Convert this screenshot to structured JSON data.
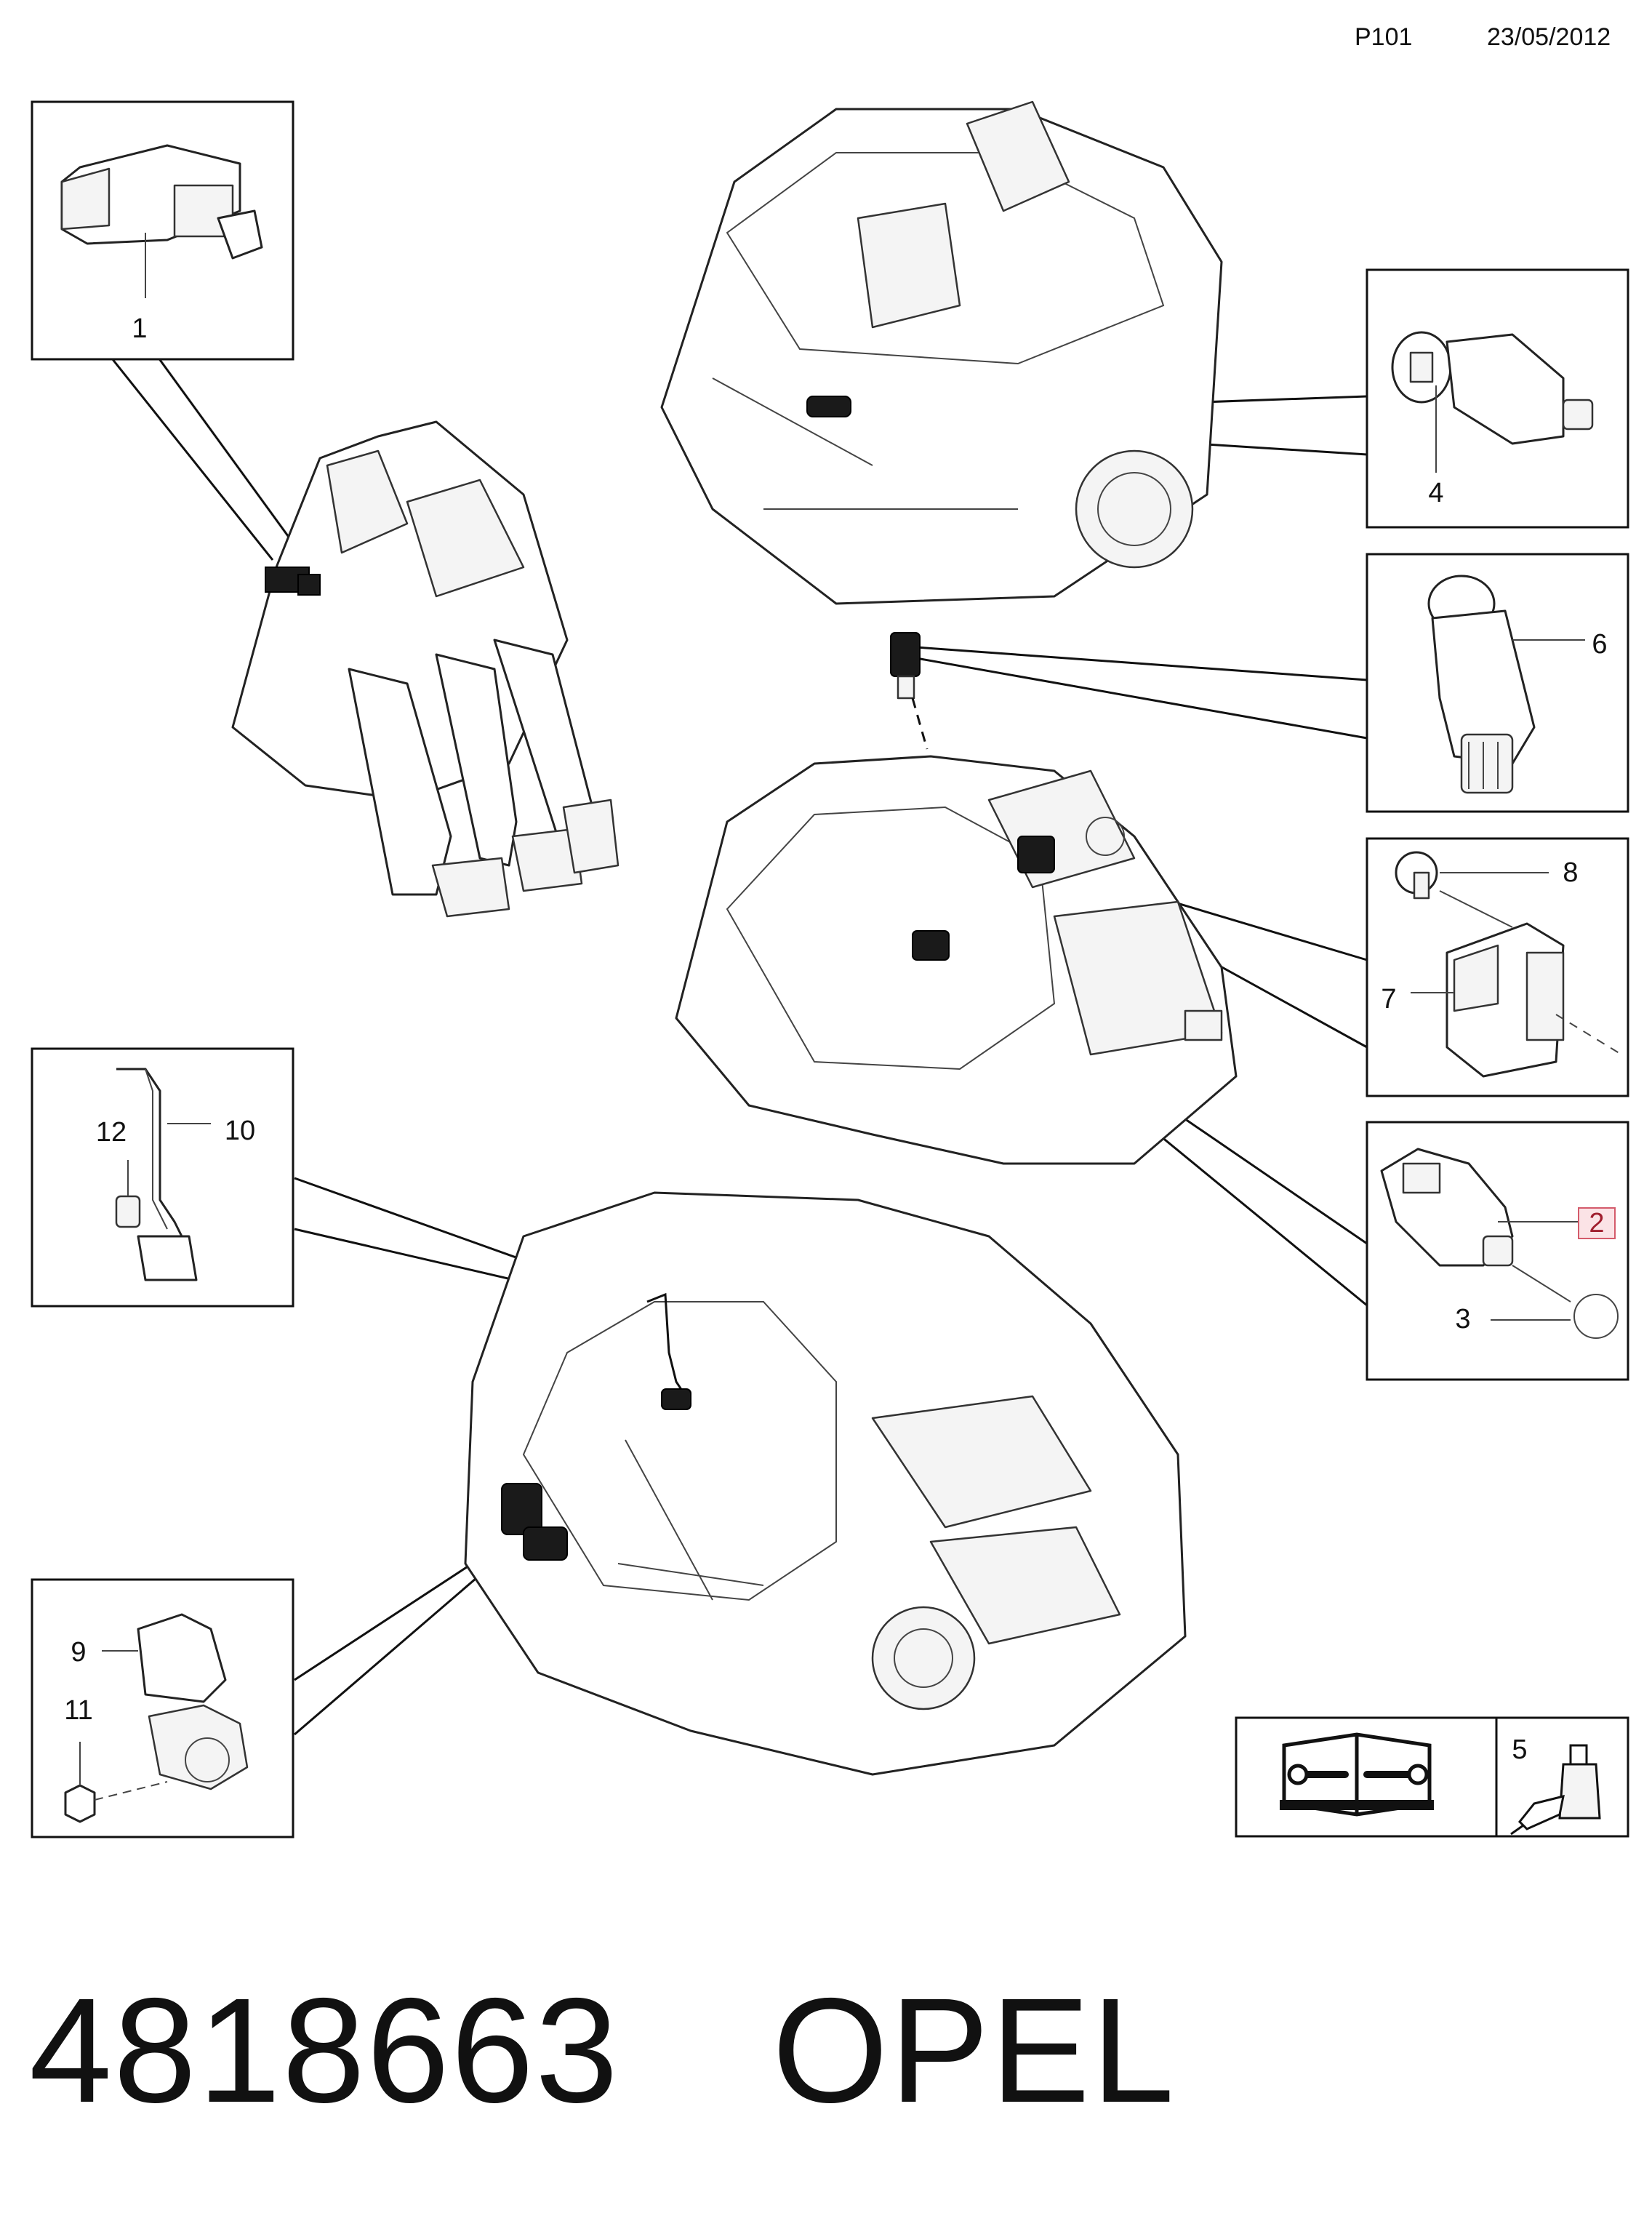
{
  "header": {
    "page_code": "P101",
    "date": "23/05/2012"
  },
  "callouts": {
    "c1": "1",
    "c2": "2",
    "c3": "3",
    "c4": "4",
    "c5": "5",
    "c6": "6",
    "c7": "7",
    "c8": "8",
    "c9": "9",
    "c10": "10",
    "c11": "11",
    "c12": "12"
  },
  "highlighted_callout": "2",
  "footer": {
    "part_number": "4818663",
    "brand": "OPEL"
  },
  "icons": {
    "manual": "repair-manual-wrench-icon",
    "sealant": "sealant-tube-icon"
  }
}
